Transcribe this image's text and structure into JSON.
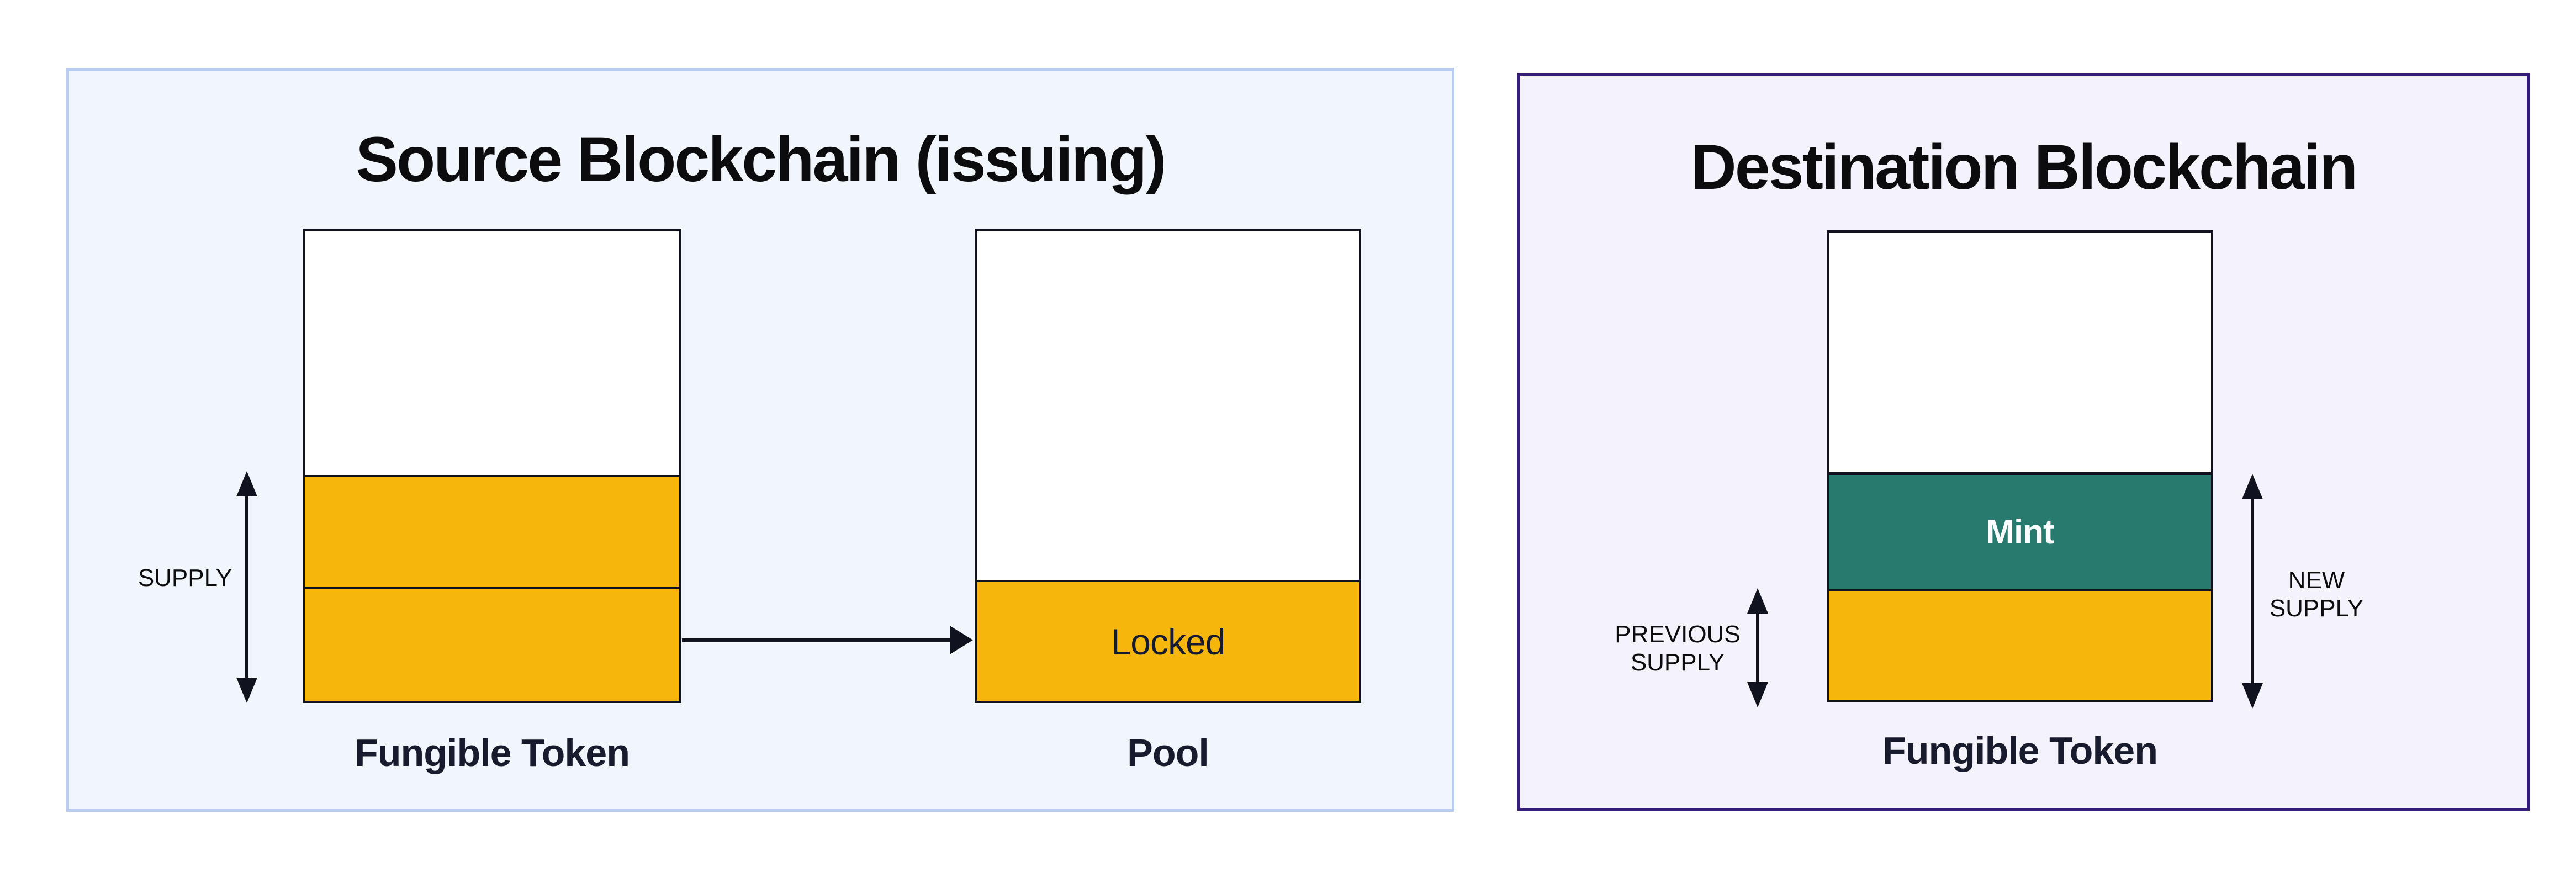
{
  "colors": {
    "amber": "#F6B60B",
    "teal": "#277A6D",
    "source_panel_bg": "#F1F5FC",
    "source_panel_border": "#B9CCF1",
    "dest_panel_bg": "#F4F2FB",
    "dest_panel_border": "#341E75",
    "ink": "#10131F",
    "navy_text": "#171B2D",
    "title_text": "#0C0C0E",
    "mint_text": "#FFFFFF"
  },
  "source_panel": {
    "title": "Source Blockchain (issuing)",
    "supply_label": "SUPPLY",
    "fungible_token": {
      "label": "Fungible Token"
    },
    "pool": {
      "label": "Pool",
      "locked_label": "Locked"
    }
  },
  "destination_panel": {
    "title": "Destination Blockchain",
    "fungible_token": {
      "label": "Fungible Token",
      "mint_label": "Mint"
    },
    "previous_supply_line1": "PREVIOUS",
    "previous_supply_line2": "SUPPLY",
    "new_supply_line1": "NEW",
    "new_supply_line2": "SUPPLY"
  }
}
